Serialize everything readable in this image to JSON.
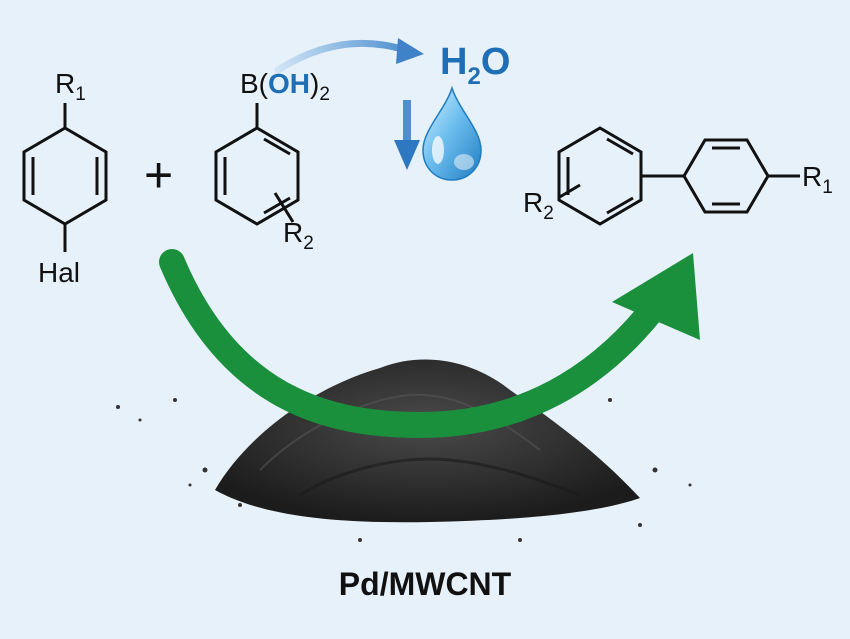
{
  "reactant1": {
    "substituent_top": "R",
    "substituent_top_sub": "1",
    "halide": "Hal"
  },
  "plus_sign": "+",
  "reactant2": {
    "group_prefix": "B(",
    "group_oh": "OH",
    "group_suffix": ")",
    "group_sub": "2",
    "substituent": "R",
    "substituent_sub": "2"
  },
  "byproduct": {
    "h": "H",
    "sub": "2",
    "o": "O"
  },
  "product": {
    "left_sub": "R",
    "left_sub_index": "2",
    "right_sub": "R",
    "right_sub_index": "1"
  },
  "catalyst_label": "Pd/MWCNT",
  "colors": {
    "background": "#e7f1f9",
    "arrow_green": "#1a8f3c",
    "water_blue": "#1e6fb6",
    "bond": "#111111",
    "catalyst": "#2b2b2b"
  },
  "icons": [
    "water-drop-icon",
    "down-arrow-icon",
    "curved-arrow-icon",
    "catalyst-powder-icon"
  ]
}
